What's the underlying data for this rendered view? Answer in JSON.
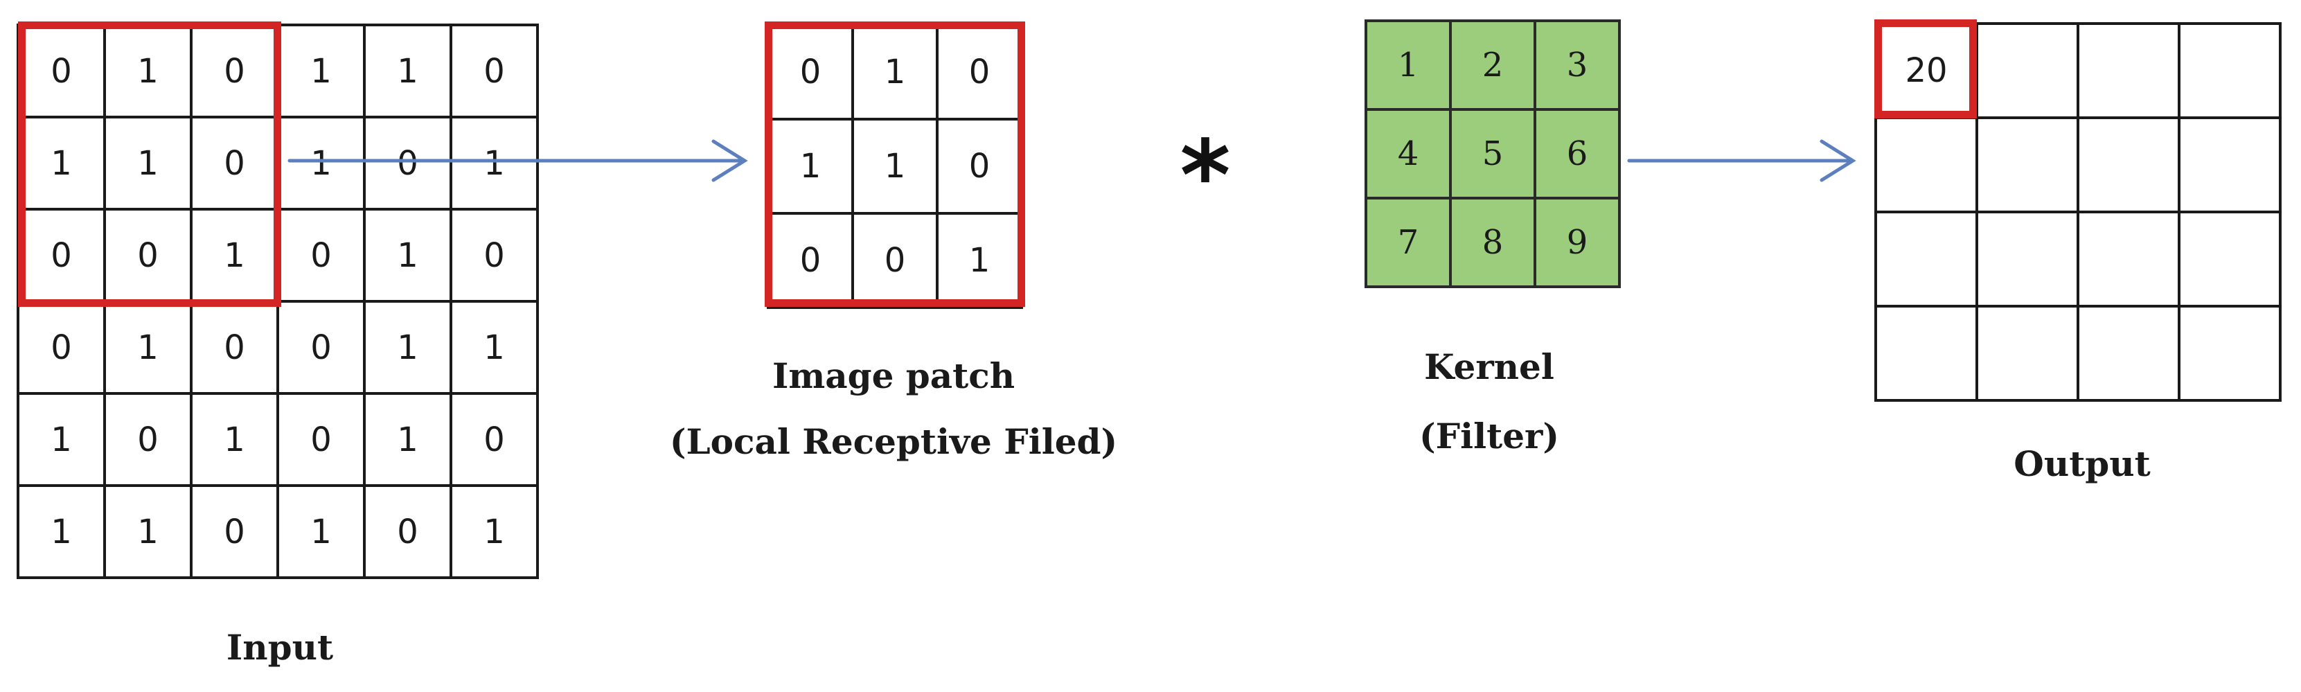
{
  "input": {
    "label": "Input",
    "rows": [
      [
        "0",
        "1",
        "0",
        "1",
        "1",
        "0"
      ],
      [
        "1",
        "1",
        "0",
        "1",
        "0",
        "1"
      ],
      [
        "0",
        "0",
        "1",
        "0",
        "1",
        "0"
      ],
      [
        "0",
        "1",
        "0",
        "0",
        "1",
        "1"
      ],
      [
        "1",
        "0",
        "1",
        "0",
        "1",
        "0"
      ],
      [
        "1",
        "1",
        "0",
        "1",
        "0",
        "1"
      ]
    ]
  },
  "patch": {
    "label_line1": "Image patch",
    "label_line2": "(Local Receptive Filed)",
    "rows": [
      [
        "0",
        "1",
        "0"
      ],
      [
        "1",
        "1",
        "0"
      ],
      [
        "0",
        "0",
        "1"
      ]
    ]
  },
  "operator": "*",
  "kernel": {
    "label_line1": "Kernel",
    "label_line2": "(Filter)",
    "rows": [
      [
        "1",
        "2",
        "3"
      ],
      [
        "4",
        "5",
        "6"
      ],
      [
        "7",
        "8",
        "9"
      ]
    ]
  },
  "output": {
    "label": "Output",
    "rows": [
      [
        "20",
        "",
        "",
        ""
      ],
      [
        "",
        "",
        "",
        ""
      ],
      [
        "",
        "",
        "",
        ""
      ],
      [
        "",
        "",
        "",
        ""
      ]
    ]
  },
  "colors": {
    "highlight": "#d42525",
    "kernel_fill": "#9bcd7c",
    "arrow": "#5b7fbf"
  }
}
